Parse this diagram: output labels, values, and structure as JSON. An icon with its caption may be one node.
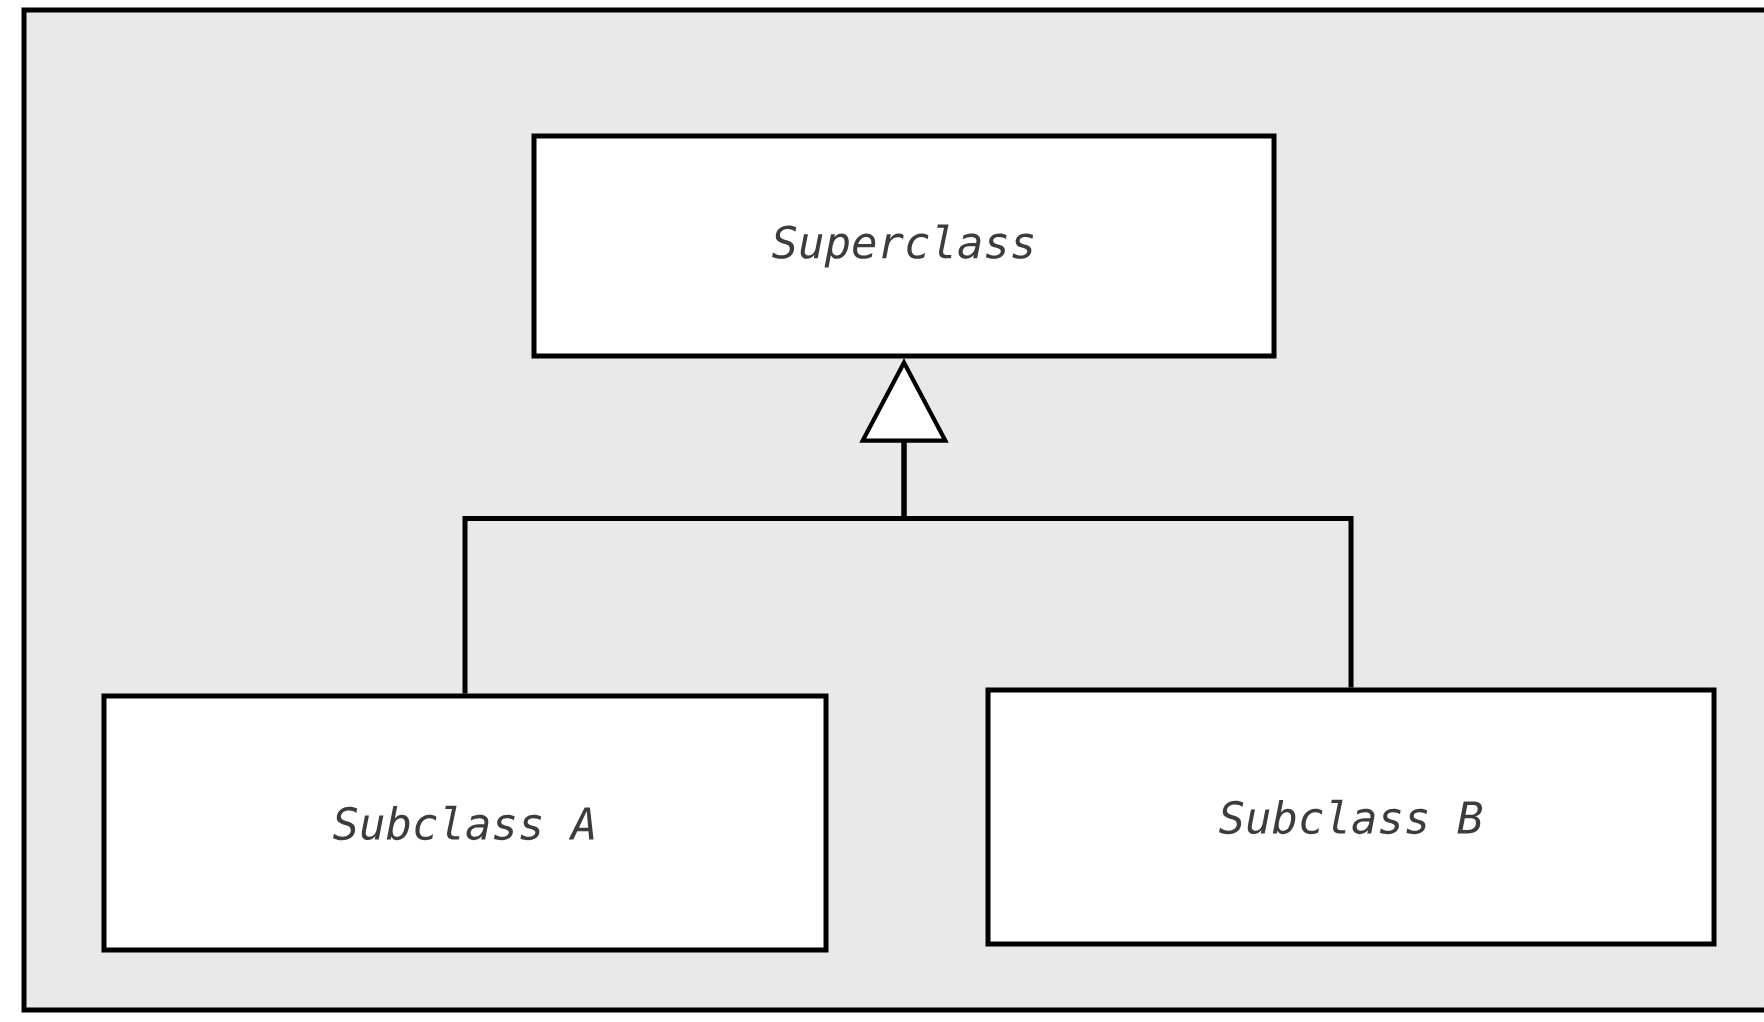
{
  "diagram": {
    "nodes": [
      {
        "text": [
          "Superclass"
        ]
      },
      {
        "text": [
          "Subclass A"
        ]
      },
      {
        "text": [
          "Subclass B"
        ]
      }
    ],
    "edges": [
      {
        "from": 1,
        "to": 0,
        "arrow": "to"
      },
      {
        "from": 2,
        "to": 0,
        "arrow": "to"
      }
    ]
  }
}
